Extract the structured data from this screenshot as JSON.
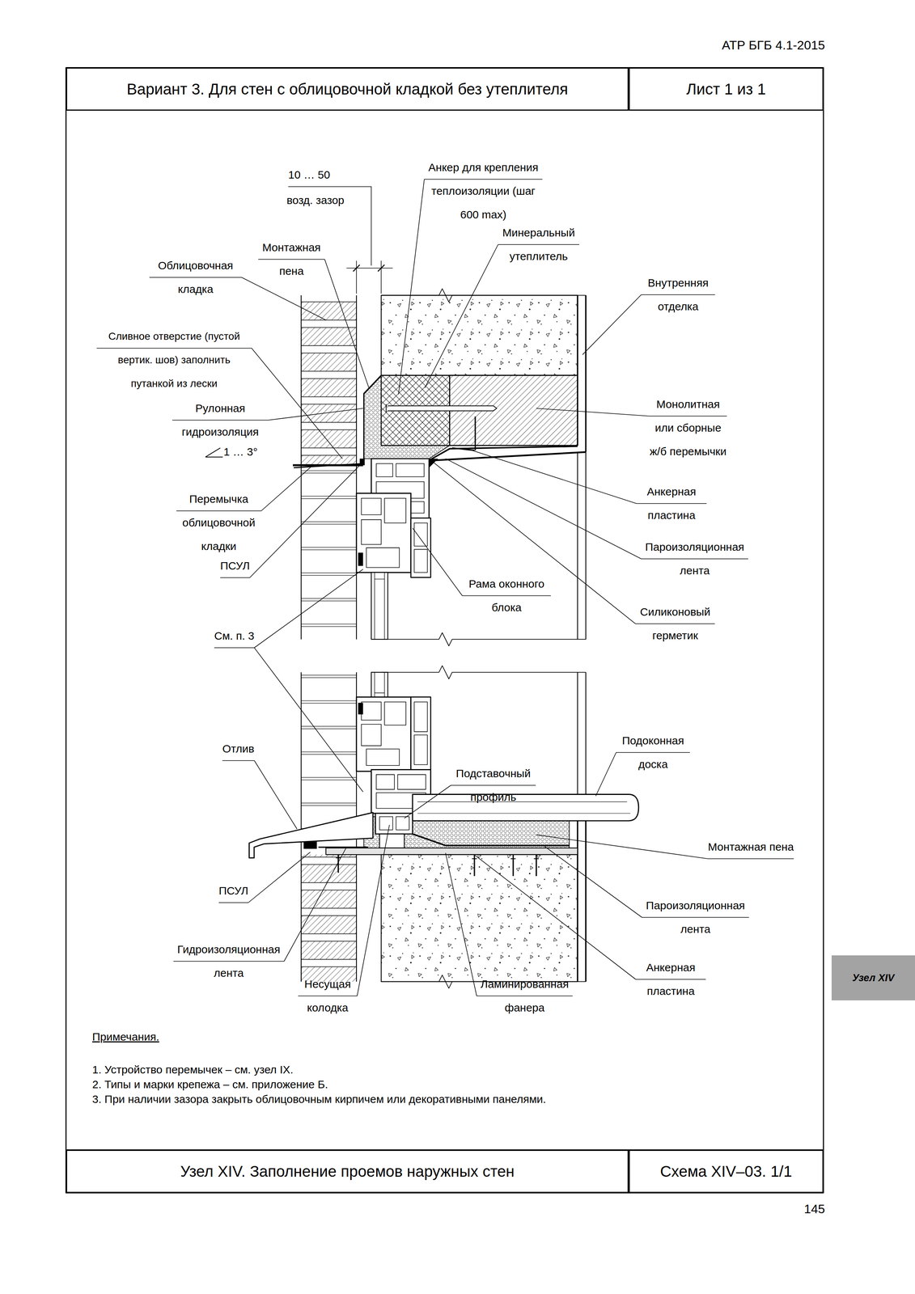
{
  "diagram": {
    "nodes": [
      {
        "text": [
          "Вариант 3. Для стен с облицовочной кладкой без утеплителя"
        ]
      },
      {
        "text": [
          "Лист 1 из 1"
        ]
      },
      {
        "text": [
          "Узел XIV. Заполнение проемов наружных стен"
        ]
      },
      {
        "text": [
          "Схема XIV–03. 1/1"
        ]
      },
      {
        "text": [
          "Узел XIV"
        ]
      }
    ],
    "labels": [
      "АТР БГБ 4.1-2015",
      "10 … 50",
      "возд. зазор",
      "Анкер для крепления теплоизоляции (шаг 600 max)",
      "Минеральный утеплитель",
      "Монтажная пена",
      "Облицовочная кладка",
      "Внутренняя отделка",
      "Сливное отверстие (пустой вертик. шов) заполнить путанкой из лески",
      "Рулонная гидроизоляция",
      "1 … 3°",
      "Монолитная или сборные ж/б перемычки",
      "Перемычка облицовочной кладки",
      "Анкерная пластина",
      "Пароизоляционная лента",
      "ПСУЛ",
      "Рама оконного блока",
      "Силиконовый герметик",
      "См. п. 3",
      "Отлив",
      "Подоконная доска",
      "Подставочный профиль",
      "Монтажная пена",
      "Пароизоляционная лента",
      "ПСУЛ",
      "Анкерная пластина",
      "Гидроизоляционная лента",
      "Несущая колодка",
      "Ламинированная фанера",
      "Примечания.",
      "1. Устройство перемычек – см. узел IX.",
      "2. Типы и марки крепежа – см. приложение Б.",
      "3. При наличии зазора закрыть облицовочным кирпичем или декоративными панелями.",
      "145"
    ]
  }
}
